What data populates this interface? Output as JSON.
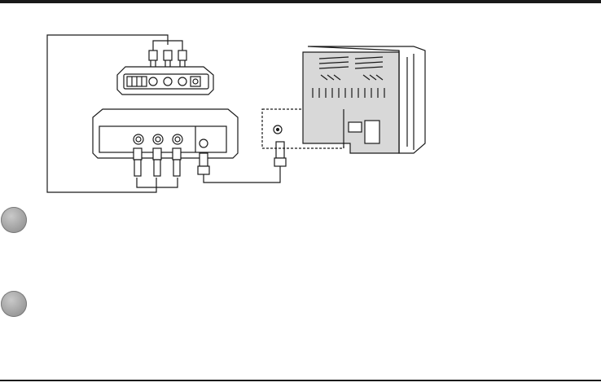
{
  "page": {
    "header_rule": "present",
    "footer_rule": "present"
  },
  "diagram": {
    "devices": [
      {
        "name": "av-switch-box",
        "icon": "switch-box-icon"
      },
      {
        "name": "vcr-receiver",
        "icon": "vcr-icon"
      },
      {
        "name": "television",
        "icon": "tv-icon"
      }
    ],
    "connections": [
      {
        "from": "av-switch-box",
        "to": "vcr-receiver",
        "cable": "composite-rca-cable"
      },
      {
        "from": "vcr-receiver",
        "to": "television",
        "cable": "rf-coax-cable"
      }
    ]
  },
  "steps": [
    {
      "name": "step-1-marker"
    },
    {
      "name": "step-2-marker"
    }
  ],
  "colors": {
    "line": "#1a1a1a",
    "device_fill": "#ffffff",
    "tv_fill": "#d8d8d8",
    "marker_fill": "#9a9a9a"
  }
}
